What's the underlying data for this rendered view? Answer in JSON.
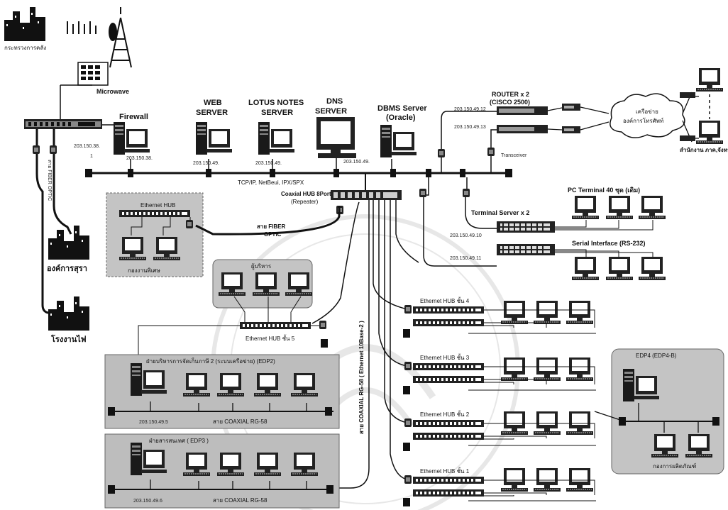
{
  "labels": {
    "ministry": "กระทรวงการคลัง",
    "microwave": "Microwave",
    "firewall": "Firewall",
    "web_server_1": "WEB",
    "web_server_2": "SERVER",
    "lotus_1": "LOTUS NOTES",
    "lotus_2": "SERVER",
    "dns_1": "DNS",
    "dns_2": "SERVER",
    "dbms_1": "DBMS Server",
    "dbms_2": "(Oracle)",
    "router_1": "ROUTER x 2",
    "router_2": "(CISCO 2500)",
    "cloud_1": "เครือข่าย",
    "cloud_2": "องค์การโทรศัพท์",
    "regional_office": "สำนักงาน ภาค,จังหวัด",
    "transceiver": "Transceiver",
    "protocols": "TCP/IP, NetBeui, IPX/SPX",
    "coaxial_hub_1": "Coaxial HUB 8Port",
    "coaxial_hub_2": "(Repeater)",
    "fiber_1": "สาย FIBER",
    "fiber_2": "OPTIC",
    "ethernet_hub_box": "Ethernet HUB",
    "box_left_caption": "กองงานพิเศษ",
    "ongkan_sura": "องค์การสุรา",
    "rongngan_fai": "โรงงานไฟ",
    "fiber_vertical": "สาย FIBER OPTIC",
    "pc_terminal": "PC Terminal 40 ชุด (เดิม)",
    "terminal_server": "Terminal Server x 2",
    "serial_interface": "Serial Interface (RS-232)",
    "mid_box_caption": "ผู้บริหาร",
    "hub_floor5": "Ethernet HUB ชั้น 5",
    "hub_floor4": "Ethernet HUB ชั้น 4",
    "hub_floor3": "Ethernet HUB ชั้น 3",
    "hub_floor2": "Ethernet HUB ชั้น 2",
    "hub_floor1": "Ethernet HUB ชั้น 1",
    "coax_vertical": "สาย COAXIAL RG-58 ( Ethernet 10Base-2 )",
    "box1_caption": "ฝ่ายบริหารการจัดเก็บภาษี 2 (ระบบเครือข่าย) (EDP2)",
    "box1_cable": "สาย COAXIAL RG-58",
    "box1_ip": "203.150.49.5",
    "box2_caption": "ฝ่ายสารสนเทศ ( EDP3 )",
    "box2_cable": "สาย COAXIAL RG-58",
    "box2_ip": "203.150.49.6",
    "box3_caption": "EDP4 (EDP4-B)",
    "box3_footer": "กองการผลิตภัณฑ์",
    "one": "1"
  },
  "ips": {
    "firewall": "203.150.38.",
    "web": "203.150.49.",
    "lotus": "203.150.49.",
    "dbms": "203.150.49.",
    "router_a": "203.150.49.12",
    "router_b": "203.150.49.13",
    "terminal_a": "203.150.49.10",
    "terminal_b": "203.150.49.11"
  },
  "colors": {
    "ink": "#111111",
    "panel": "#c8c8c8",
    "panel_border": "#555555",
    "screen": "#ffffff",
    "device": "#333333",
    "watermark": "#cccccc"
  }
}
